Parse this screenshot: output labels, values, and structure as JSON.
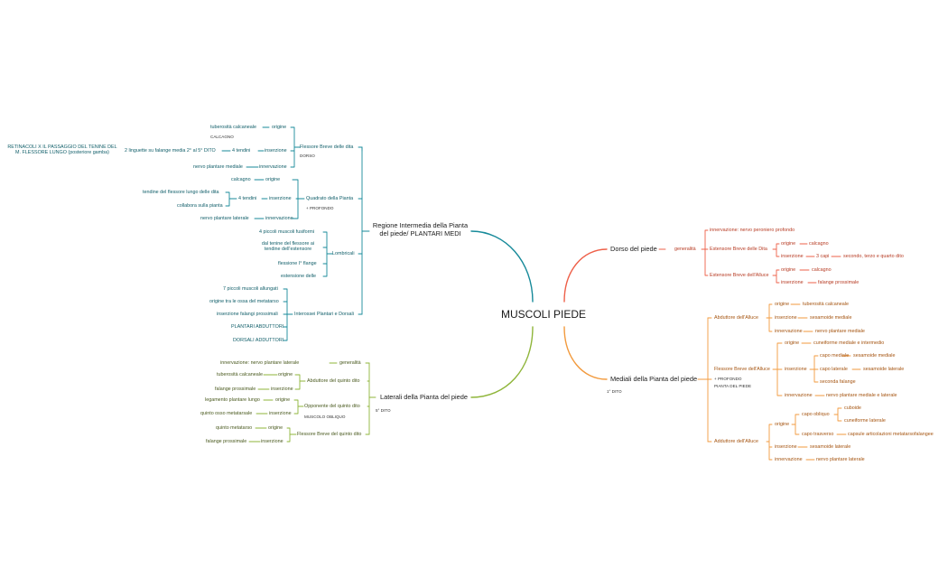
{
  "title": "MUSCOLI PIEDE",
  "colors": {
    "teal": "#178a9a",
    "green": "#8fb53a",
    "red": "#ee6049",
    "orange": "#f29a3d",
    "text_teal": "#13606b",
    "text_green": "#4a5a1f",
    "text_red": "#b73c24",
    "text_orange": "#a55410"
  },
  "branches": {
    "plantari_medi": {
      "label": "Regione Intermedia della Pianta del piede/ PLANTARI MEDI",
      "flessore_breve": {
        "label": "Flessore Breve delle dita",
        "note": "DORSO",
        "origine": {
          "label": "origine",
          "value": "tuberosità calcaneale",
          "note": "CALCAGNO"
        },
        "inserzione": {
          "label": "inserzione",
          "tendini": "4 tendini",
          "linguette": "2 linguette su falange media 2° al 5° DITO",
          "retinacoli": "RETINACOLI X IL PASSAGGIO DEL TENINE DEL M. FLESSORE LUNGO (posteriore gamba)"
        },
        "innervazione": {
          "label": "innervazione",
          "value": "nervo plantare mediale"
        }
      },
      "quadrato": {
        "label": "Quadrato della Pianta",
        "note": "+ PROFONDO",
        "origine": {
          "label": "origine",
          "value": "calcagno"
        },
        "inserzione": {
          "label": "inserzione",
          "tendini": "4 tendini",
          "items": [
            "tendine del flessore lungo delle dita",
            "collabora sulla pianta"
          ]
        },
        "innervazione": {
          "label": "innervazione",
          "value": "nervo plantare laterale"
        }
      },
      "lombricali": {
        "label": "Lombricali",
        "items": [
          "4 piccoli muscoli fusiformi",
          "dal tenine del flessore ai tendine dell'estensore",
          "flessione I° flange",
          "estensione delle"
        ]
      },
      "interossei": {
        "label": "Interossei Plantari e Dorsali",
        "items": [
          "7 piccoli muscoli allungati",
          "origine tra le ossa del metatarso",
          "inserzione falangi prossimali",
          "PLANTARI ABDUTTORI",
          "DORSALI ADDUTTORI"
        ]
      }
    },
    "laterali": {
      "label": "Laterali della Pianta del piede",
      "note": "5° DITO",
      "generalita": {
        "label": "generalità",
        "value": "innervazione: nervo plantare laterale"
      },
      "abduttore": {
        "label": "Abduttore del quinto dito",
        "origine": {
          "label": "origine",
          "value": "tuberosità calcaneale"
        },
        "inserzione": {
          "label": "inserzione",
          "value": "falange prossimale"
        }
      },
      "opponente": {
        "label": "Opponente del quinto dito",
        "note": "MUSCOLO OBLIQUO",
        "origine": {
          "label": "origine",
          "value": "legamento plantare lungo"
        },
        "inserzione": {
          "label": "inserzione",
          "value": "quinto osso metatarsale"
        }
      },
      "flessore": {
        "label": "Flessore Breve del quinto dito",
        "origine": {
          "label": "origine",
          "value": "quinto metatarso"
        },
        "inserzione": {
          "label": "inserzione",
          "value": "falange prossimale"
        }
      }
    },
    "dorso": {
      "label": "Dorso del piede",
      "generalita": {
        "label": "generalità",
        "innervazione": "innervazione: nervo peroniero profondo",
        "estensore_dita": {
          "label": "Estensore Breve delle Dita",
          "origine": {
            "label": "origine",
            "value": "calcagno"
          },
          "inserzione": {
            "label": "inserzione",
            "capi": "3 capi",
            "value": "secondo, terzo e quarto dito"
          }
        },
        "estensore_alluce": {
          "label": "Estensore Breve dell'Alluce",
          "origine": {
            "label": "origine",
            "value": "calcagno"
          },
          "inserzione": {
            "label": "inserzione",
            "value": "falange prossimale"
          }
        }
      }
    },
    "mediali": {
      "label": "Mediali della Pianta del piede",
      "note": "1° DITO",
      "abduttore": {
        "label": "Abduttore dell'Alluce",
        "origine": {
          "label": "origine",
          "value": "tuberosità calcaneale"
        },
        "inserzione": {
          "label": "inserzione",
          "value": "sesamoide mediale"
        },
        "innervazione": {
          "label": "innervazione",
          "value": "nervo plantare mediale"
        }
      },
      "flessore": {
        "label": "Flessore Breve dell'Alluce",
        "note1": "+ PROFONDO",
        "note2": "PIANTA DEL PIEDE",
        "origine": {
          "label": "origine",
          "value": "cuneiforme mediale e intermedio"
        },
        "inserzione": {
          "label": "inserzione",
          "capo_mediale": {
            "label": "capo mediale",
            "value": "sesamoide mediale"
          },
          "capo_laterale": {
            "label": "capo laterale",
            "value": "sesamoide laterale"
          },
          "seconda": "seconda falange"
        },
        "innervazione": {
          "label": "innervazione",
          "value": "nervo plantare mediale e laterale"
        }
      },
      "adduttore": {
        "label": "Adduttore dell'Alluce",
        "origine": {
          "label": "origine",
          "capo_obliquo": {
            "label": "capo obliquo",
            "items": [
              "cuboide",
              "cuneiforme laterale"
            ]
          },
          "capo_trasverso": {
            "label": "capo trasverso",
            "value": "capsule articolazioni metatarsofalangee"
          }
        },
        "inserzione": {
          "label": "inserzione",
          "value": "sesamoide laterale"
        },
        "innervazione": {
          "label": "innervazione",
          "value": "nervo plantare laterale"
        }
      }
    }
  }
}
